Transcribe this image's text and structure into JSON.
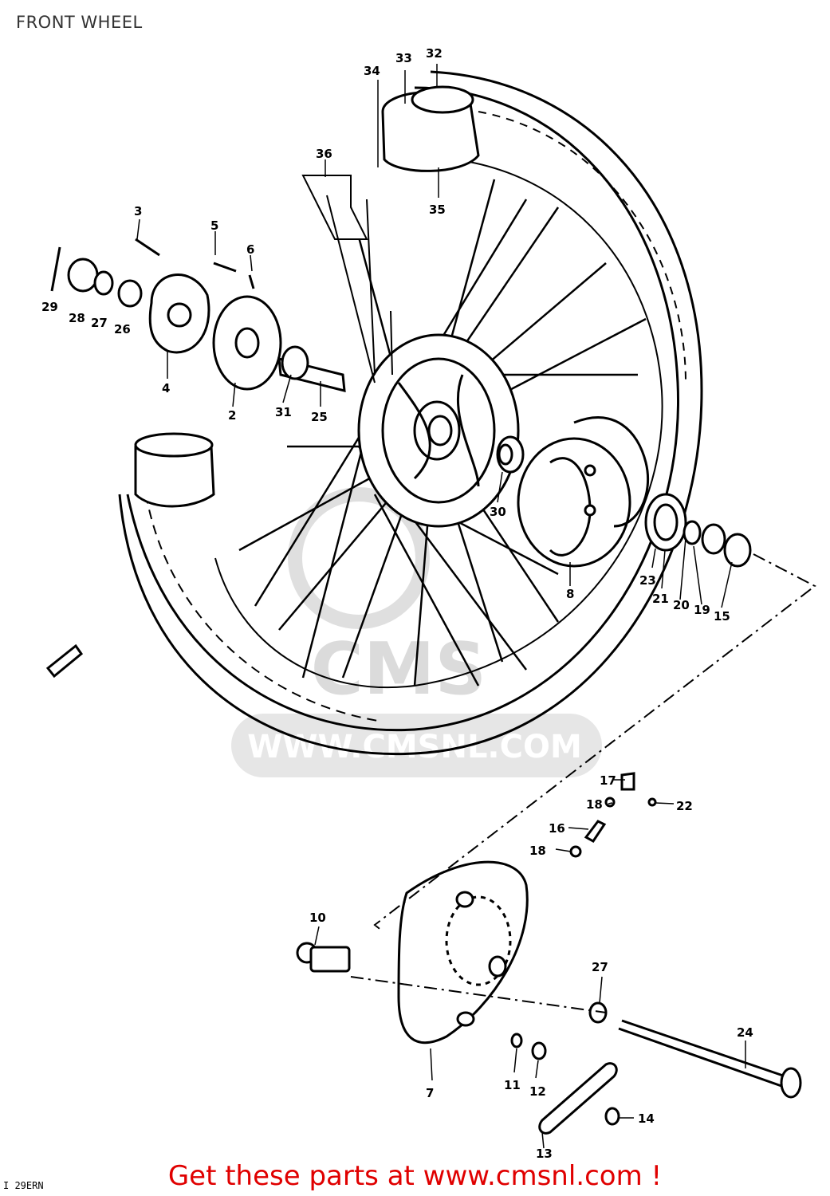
{
  "title": "FRONT WHEEL",
  "footer": "Get these parts at www.cmsnl.com !",
  "drawing_code": "I 29ERN",
  "watermark": {
    "logo": "CMS",
    "url": "WWW.CMSNL.COM"
  },
  "parts": {
    "p2": "2",
    "p3": "3",
    "p4": "4",
    "p5": "5",
    "p6": "6",
    "p7": "7",
    "p8": "8",
    "p10": "10",
    "p11": "11",
    "p12": "12",
    "p13": "13",
    "p14": "14",
    "p15": "15",
    "p16": "16",
    "p17": "17",
    "p18a": "18",
    "p18b": "18",
    "p19": "19",
    "p20": "20",
    "p21": "21",
    "p22": "22",
    "p23": "23",
    "p24": "24",
    "p25": "25",
    "p26": "26",
    "p27a": "27",
    "p27b": "27",
    "p28": "28",
    "p29": "29",
    "p30": "30",
    "p31": "31",
    "p32": "32",
    "p33": "33",
    "p34": "34",
    "p35": "35",
    "p36": "36"
  }
}
